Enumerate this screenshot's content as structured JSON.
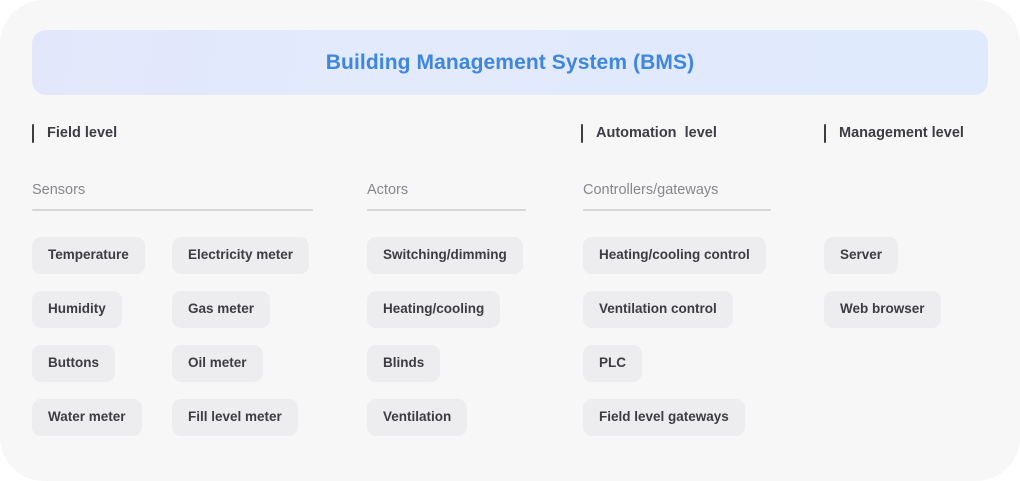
{
  "banner": {
    "title": "Building Management System (BMS)",
    "accent_color": "#3e86e0",
    "background_color": "#e0eafd"
  },
  "levels": [
    {
      "label": "Field level"
    },
    {
      "label": "Automation  level"
    },
    {
      "label": "Management level"
    }
  ],
  "columns": {
    "sensors": {
      "heading": "Sensors",
      "items_left": [
        "Temperature",
        "Humidity",
        "Buttons",
        "Water meter"
      ],
      "items_right": [
        "Electricity meter",
        "Gas meter",
        "Oil meter",
        "Fill level meter"
      ]
    },
    "actors": {
      "heading": "Actors",
      "items": [
        "Switching/dimming",
        "Heating/cooling",
        "Blinds",
        "Ventilation"
      ]
    },
    "controllers": {
      "heading": "Controllers/gateways",
      "items": [
        "Heating/cooling control",
        "Ventilation control",
        "PLC",
        "Field level gateways"
      ]
    },
    "management": {
      "heading": "",
      "items": [
        "Server",
        "Web browser"
      ]
    }
  },
  "theme": {
    "page_background": "#ffffff",
    "card_background": "#f7f7f8",
    "chip_background": "#ededef",
    "chip_text": "#3c3c42",
    "muted_text": "#86868d",
    "rule_color": "#d6d6d8"
  }
}
